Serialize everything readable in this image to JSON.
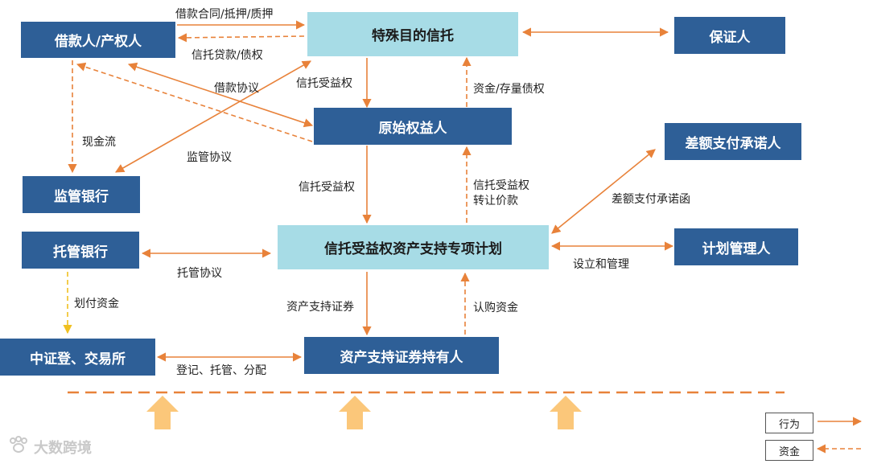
{
  "colors": {
    "box_dark": "#2e5f97",
    "box_light": "#a7dce6",
    "arrow": "#e8823a",
    "cash_arrow": "#f0c020",
    "up_arrow": "#fbc77a"
  },
  "nodes": {
    "borrower": "借款人/产权人",
    "trust": "特殊目的信托",
    "guarantor": "保证人",
    "original_holder": "原始权益人",
    "diff_payer": "差额支付承诺人",
    "supervise_bank": "监管银行",
    "custody_bank": "托管银行",
    "abs_plan": "信托受益权资产支持专项计划",
    "manager": "计划管理人",
    "csdc": "中证登、交易所",
    "holders": "资产支持证券持有人"
  },
  "edge_labels": {
    "loan_contract": "借款合同/抵押/质押",
    "trust_loan": "信托贷款/债权",
    "loan_agreement": "借款协议",
    "trust_benefit_1": "信托受益权",
    "fund_debt": "资金/存量债权",
    "cash_flow": "现金流",
    "supervise_agreement": "监管协议",
    "trust_benefit_2": "信托受益权",
    "transfer_line1": "信托受益权",
    "transfer_line2": "转让价款",
    "diff_letter": "差额支付承诺函",
    "custody_agreement": "托管协议",
    "setup_manage": "设立和管理",
    "pay_funds": "划付资金",
    "abs_securities": "资产支持证券",
    "subscribe_funds": "认购资金",
    "register": "登记、托管、分配"
  },
  "legend": {
    "action": "行为",
    "funds": "资金"
  },
  "watermark": {
    "icon": "paw-icon",
    "text": "大数跨境"
  }
}
